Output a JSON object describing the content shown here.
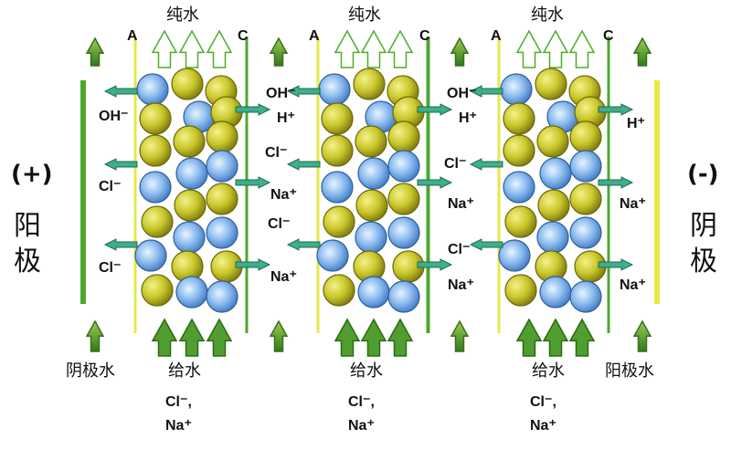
{
  "anode": {
    "sign": "(+)",
    "name_1": "阳",
    "name_2": "极"
  },
  "cathode": {
    "sign": "(-)",
    "name_1": "阴",
    "name_2": "极"
  },
  "membrane_labels": {
    "anion": "A",
    "cation": "C"
  },
  "pure_water": "纯水",
  "feed_water": "给水",
  "cathode_water": "阴极水",
  "anode_water": "阳极水",
  "feed_ions": {
    "line1": "Cl⁻,",
    "line2": "Na⁺"
  },
  "ions": {
    "oh": "OH⁻",
    "h": "H⁺",
    "cl": "Cl⁻",
    "na": "Na⁺"
  },
  "colors": {
    "bead_yellow": "#c9c62a",
    "bead_blue": "#6fa8e6",
    "arrow_teal": "#3fae8a",
    "arrow_green": "#4f9e2f",
    "membrane_green": "#4ea72f",
    "membrane_yellow": "#e6e84a"
  }
}
